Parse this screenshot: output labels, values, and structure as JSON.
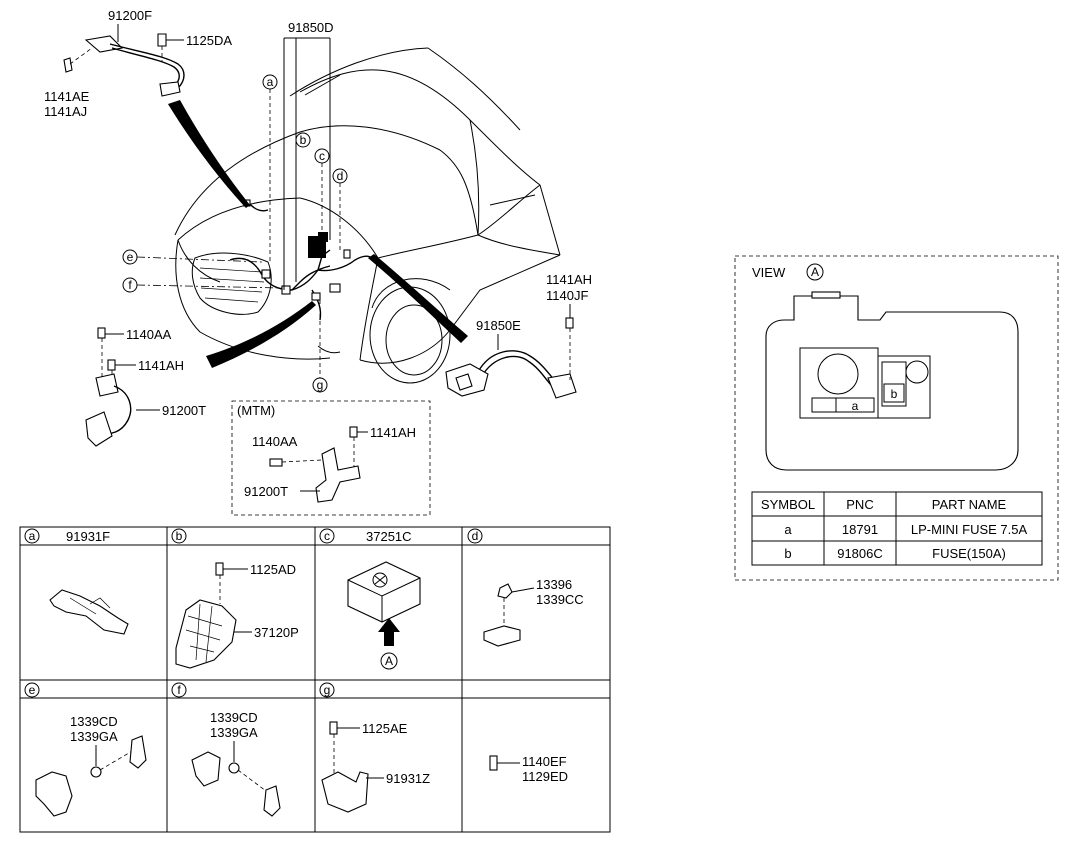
{
  "main_callouts": {
    "c91200F": "91200F",
    "c1125DA": "1125DA",
    "c91850D": "91850D",
    "c1141AE": "1141AE",
    "c1141AJ": "1141AJ",
    "c1140AA": "1140AA",
    "c1141AH": "1141AH",
    "c91200T": "91200T",
    "c91850E": "91850E",
    "c1141AH_r": "1141AH",
    "c1140JF": "1140JF"
  },
  "markers": {
    "a": "a",
    "b": "b",
    "c": "c",
    "d": "d",
    "e": "e",
    "f": "f",
    "g": "g"
  },
  "mtm": {
    "title": "(MTM)",
    "c1141AH": "1141AH",
    "c1140AA": "1140AA",
    "c91200T": "91200T"
  },
  "grid": {
    "cells": [
      {
        "key": "a",
        "title": "91931F",
        "labels": []
      },
      {
        "key": "b",
        "title": "",
        "labels": [
          "1125AD",
          "37120P"
        ]
      },
      {
        "key": "c",
        "title": "37251C",
        "labels": [
          "A"
        ]
      },
      {
        "key": "d",
        "title": "",
        "labels": [
          "13396",
          "1339CC"
        ]
      },
      {
        "key": "e",
        "title": "",
        "labels": [
          "1339CD",
          "1339GA"
        ]
      },
      {
        "key": "f",
        "title": "",
        "labels": [
          "1339CD",
          "1339GA"
        ]
      },
      {
        "key": "g",
        "title": "",
        "labels": [
          "1125AE",
          "91931Z"
        ]
      },
      {
        "key": "",
        "title": "",
        "labels": [
          "1140EF",
          "1129ED"
        ]
      }
    ]
  },
  "view": {
    "title": "VIEW",
    "marker": "A",
    "fuse_a": "a",
    "fuse_b": "b",
    "table": {
      "headers": [
        "SYMBOL",
        "PNC",
        "PART NAME"
      ],
      "rows": [
        [
          "a",
          "18791",
          "LP-MINI FUSE 7.5A"
        ],
        [
          "b",
          "91806C",
          "FUSE(150A)"
        ]
      ]
    }
  }
}
